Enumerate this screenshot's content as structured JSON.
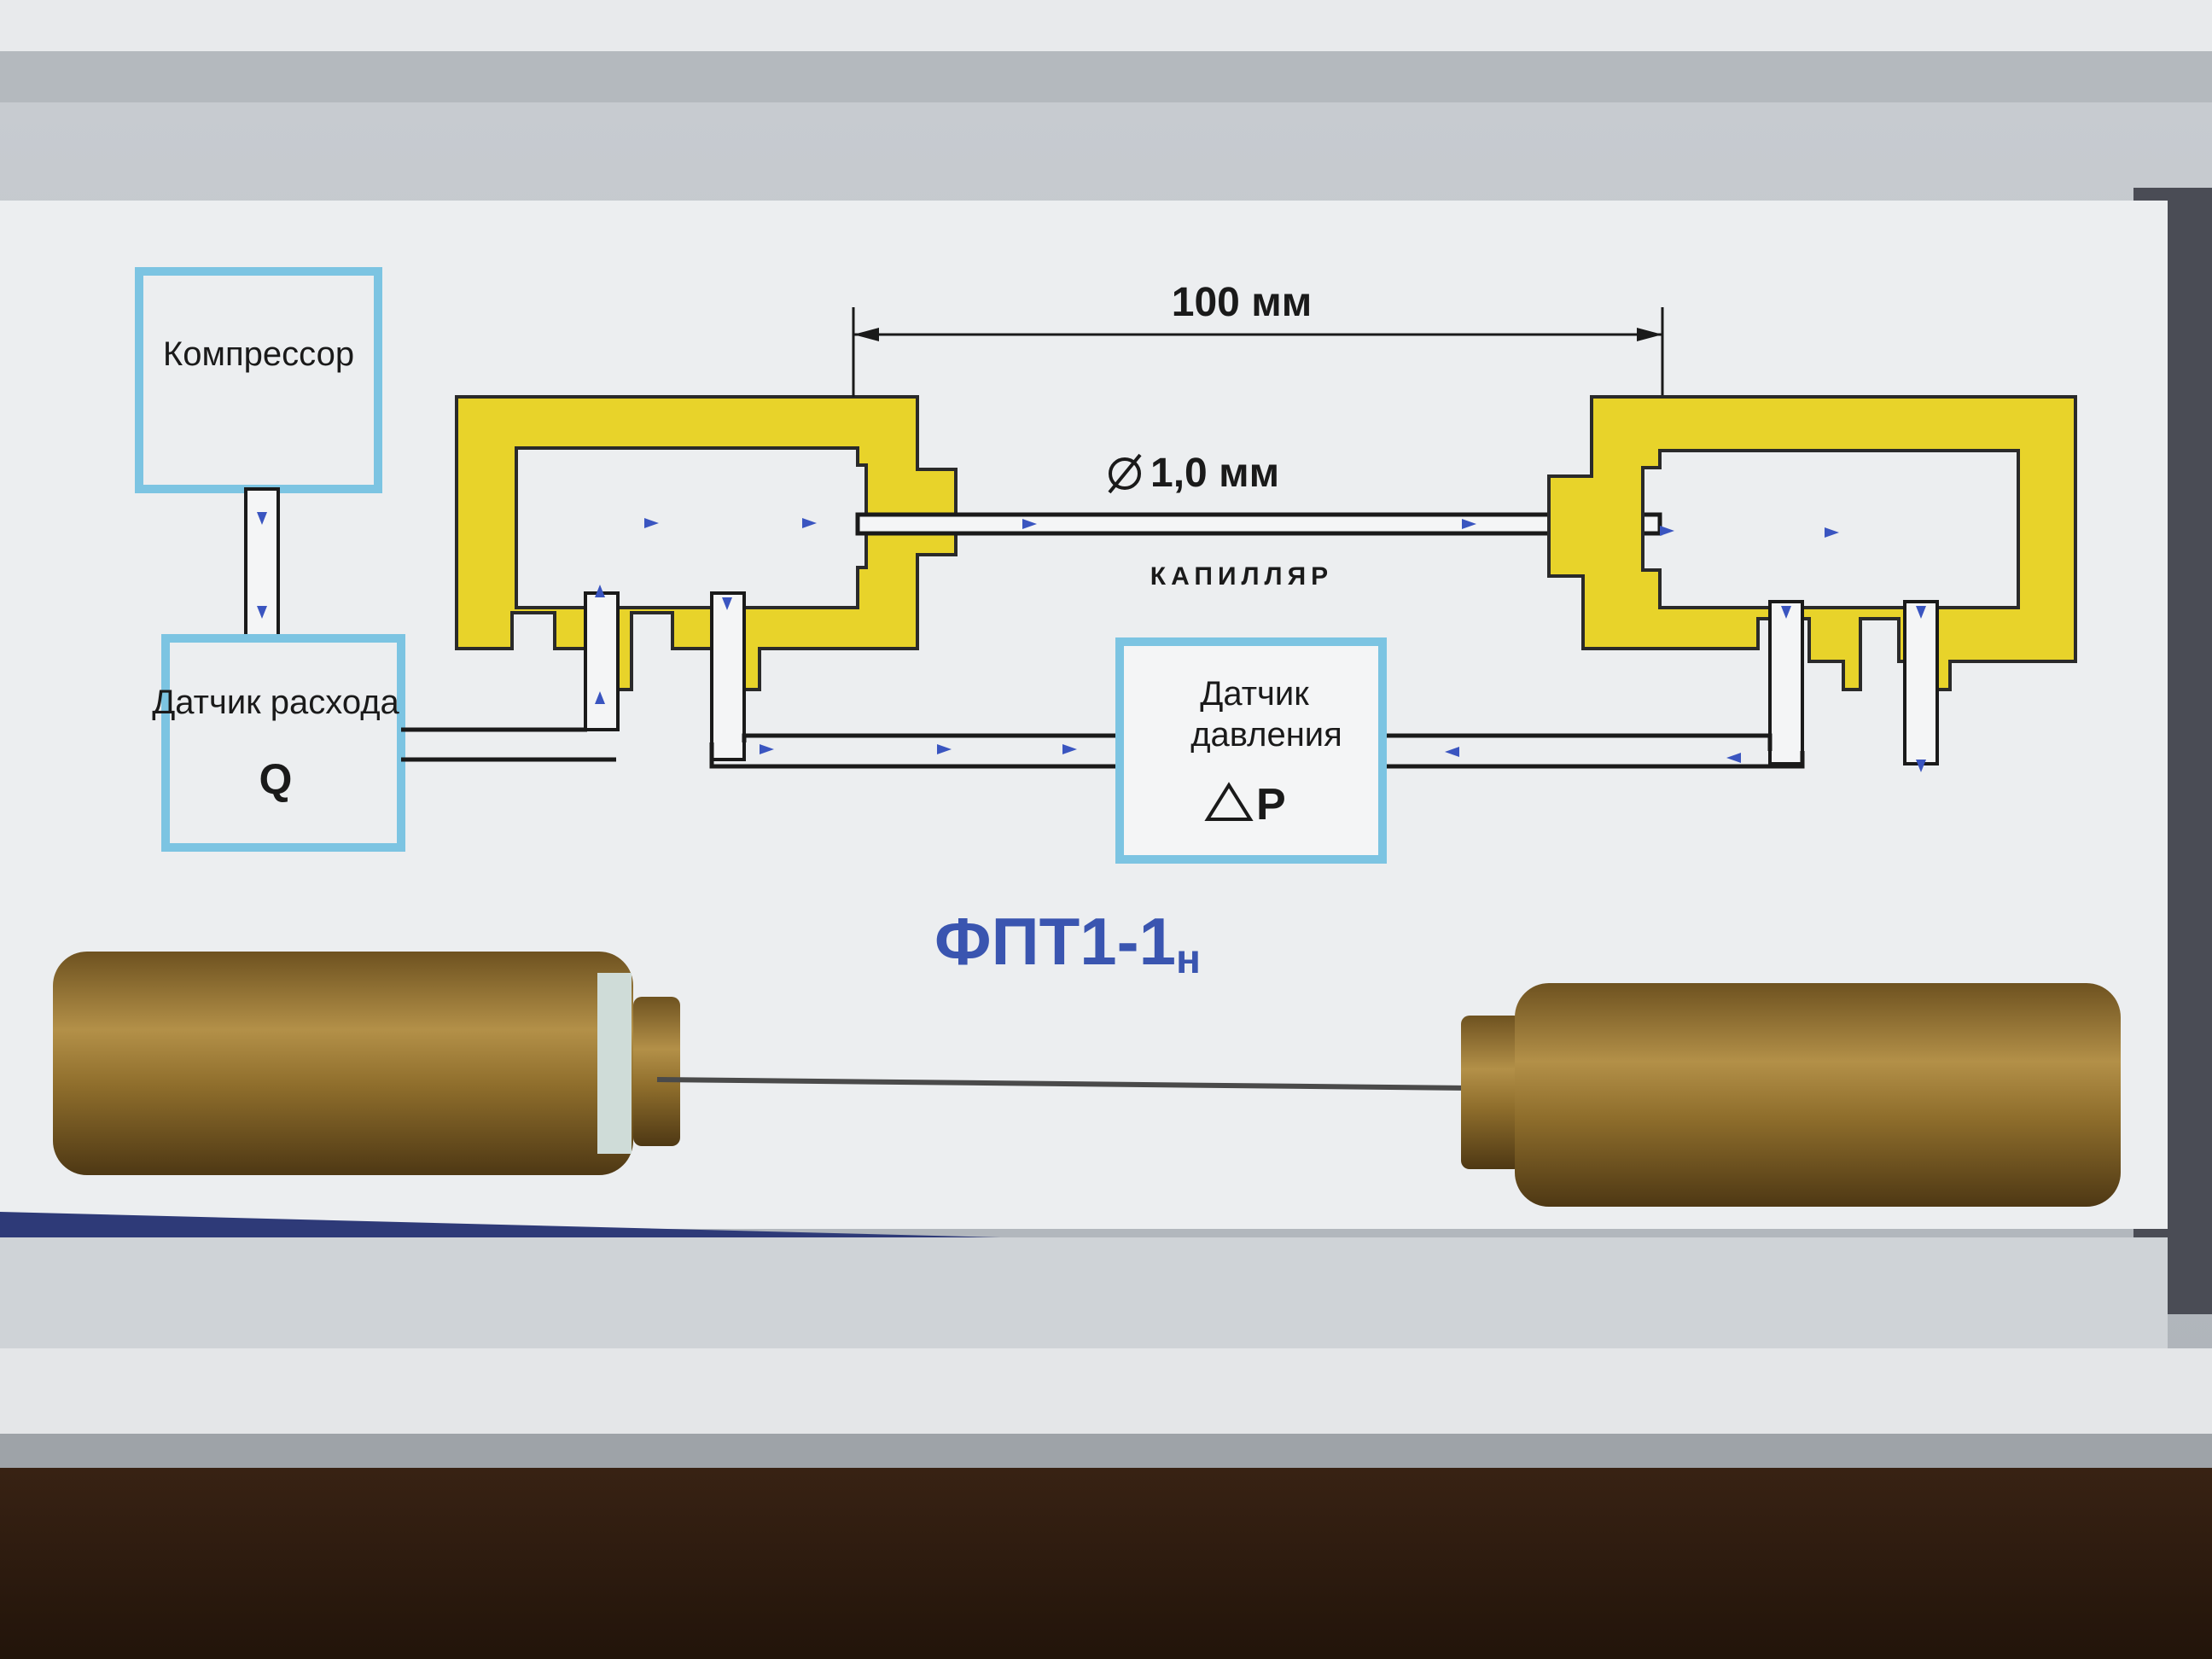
{
  "diagram": {
    "compressor_label": "Компрессор",
    "flow_sensor_label": "Датчик расхода",
    "flow_sensor_symbol": "Q",
    "pressure_sensor_line1": "Датчик",
    "pressure_sensor_line2": "давления",
    "pressure_sensor_symbol": "P",
    "length_dimension": "100 мм",
    "diameter_dimension": "1,0 мм",
    "capillary_label": "КАПИЛЛЯР",
    "model_main": "ФПТ1-1",
    "model_subscript": "н"
  },
  "colors": {
    "panel": "#e9ecef",
    "yellow": "#e8d32a",
    "box_border": "#7cc4e2",
    "arrow": "#3a55c0",
    "model_text": "#3a55b0",
    "brass": "#8a6a2a",
    "frame_navy": "#2e3a78",
    "wood": "#3a2414"
  }
}
